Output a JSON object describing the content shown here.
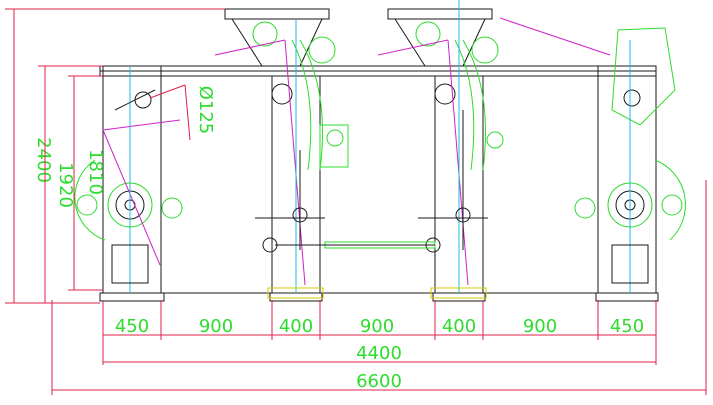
{
  "drawing": {
    "horizontal_dimensions": {
      "segments": [
        "450",
        "900",
        "400",
        "900",
        "400",
        "900",
        "450"
      ],
      "overall_inner": "4400",
      "overall_outer": "6600"
    },
    "vertical_dimensions": {
      "overall_height": "2400",
      "frame_height": "1920",
      "inner_height": "1810"
    },
    "roller_diameter": "Ø125",
    "colors": {
      "dimension_text": "#2ddc2d",
      "dimension_line": "#e0204a",
      "frame": "#1a1a1a",
      "mechanism": "#2ddc2d",
      "linkage": "#d020c8",
      "centerline": "#20b8e0",
      "highlight": "#d8c800"
    }
  }
}
